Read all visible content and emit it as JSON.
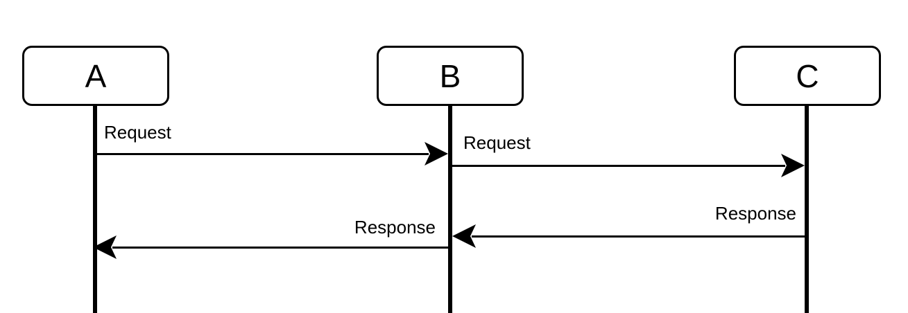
{
  "diagram": {
    "type": "sequence-diagram",
    "background_color": "#ffffff",
    "line_color": "#000000",
    "actors": [
      {
        "id": "A",
        "label": "A"
      },
      {
        "id": "B",
        "label": "B"
      },
      {
        "id": "C",
        "label": "C"
      }
    ],
    "messages": [
      {
        "from": "A",
        "to": "B",
        "label": "Request",
        "direction": "right"
      },
      {
        "from": "B",
        "to": "C",
        "label": "Request",
        "direction": "right"
      },
      {
        "from": "C",
        "to": "B",
        "label": "Response",
        "direction": "left"
      },
      {
        "from": "B",
        "to": "A",
        "label": "Response",
        "direction": "left"
      }
    ]
  }
}
